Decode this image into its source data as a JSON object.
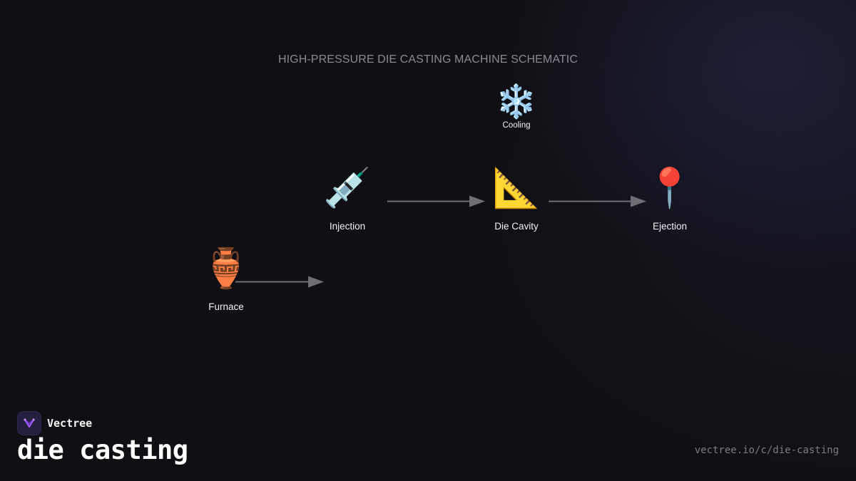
{
  "diagram": {
    "title": "HIGH-PRESSURE DIE CASTING MACHINE SCHEMATIC",
    "nodes": {
      "furnace": {
        "label": "Furnace",
        "icon": "amphora-icon",
        "glyph": "🏺"
      },
      "injection": {
        "label": "Injection",
        "icon": "syringe-icon",
        "glyph": "💉"
      },
      "die_cavity": {
        "label": "Die Cavity",
        "icon": "triangular-ruler-icon",
        "glyph": "📐"
      },
      "ejection": {
        "label": "Ejection",
        "icon": "round-pushpin-icon",
        "glyph": "📍"
      },
      "cooling": {
        "label": "Cooling",
        "icon": "snowflake-icon",
        "glyph": "❄️"
      }
    },
    "edges": [
      {
        "from": "furnace",
        "to": "injection"
      },
      {
        "from": "injection",
        "to": "die_cavity"
      },
      {
        "from": "die_cavity",
        "to": "ejection"
      }
    ]
  },
  "footer": {
    "brand": "Vectree",
    "topic": "die casting",
    "url": "vectree.io/c/die-casting"
  },
  "colors": {
    "background": "#101014",
    "edge": "#6e6e74",
    "logo_accent": "#a45cff"
  }
}
